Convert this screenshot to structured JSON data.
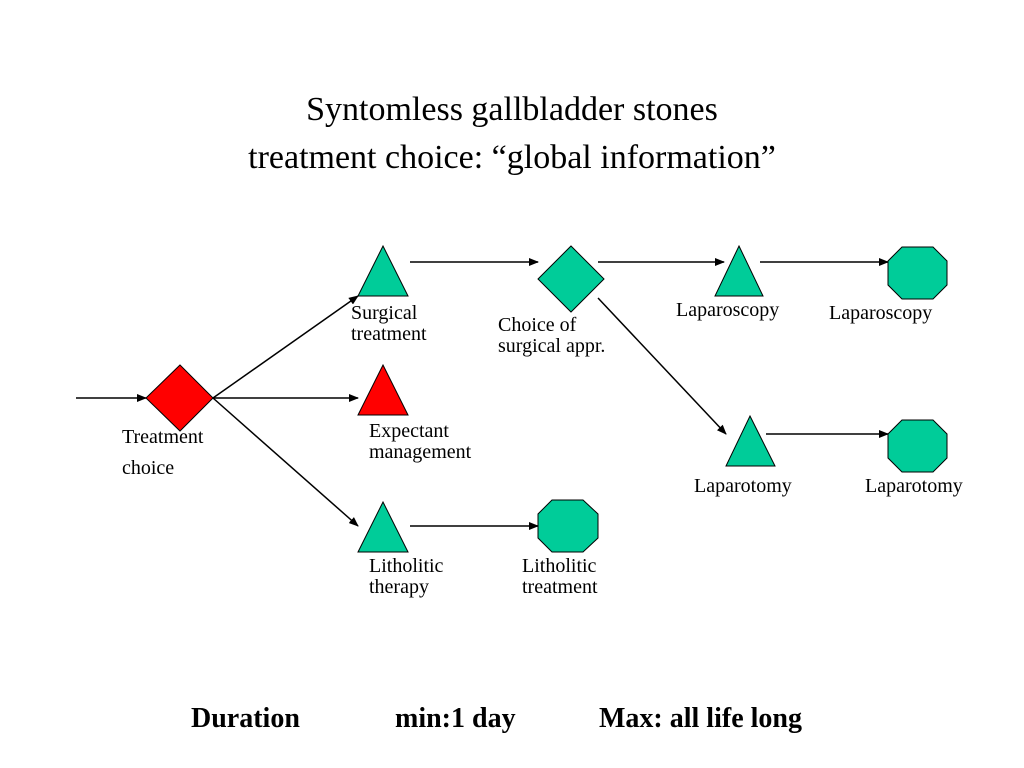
{
  "title": {
    "line1": "Syntomless gallbladder stones",
    "line2": "treatment choice: “global information”"
  },
  "colors": {
    "chance_node": "#00cc99",
    "decision_root": "#ff0000",
    "expectant_node": "#ff0000",
    "terminal_node": "#00cc99",
    "stroke": "#000000"
  },
  "nodes": {
    "treatment_choice": {
      "shape": "diamond",
      "line1": "Treatment",
      "line2": "choice"
    },
    "surgical_treatment": {
      "shape": "triangle",
      "line1": "Surgical",
      "line2": "treatment"
    },
    "expectant_management": {
      "shape": "triangle",
      "line1": "Expectant",
      "line2": "management"
    },
    "litholitic_therapy": {
      "shape": "triangle",
      "line1": "Litholitic",
      "line2": "therapy"
    },
    "litholitic_treatment": {
      "shape": "octagon",
      "line1": "Litholitic",
      "line2": "treatment"
    },
    "choice_of_surgical_appr": {
      "shape": "diamond",
      "line1": "Choice of",
      "line2": "surgical appr."
    },
    "laparoscopy_branch": {
      "shape": "triangle",
      "label": "Laparoscopy"
    },
    "laparoscopy_outcome": {
      "shape": "octagon",
      "label": "Laparoscopy"
    },
    "laparotomy_branch": {
      "shape": "triangle",
      "label": "Laparotomy"
    },
    "laparotomy_outcome": {
      "shape": "octagon",
      "label": "Laparotomy"
    }
  },
  "footer": {
    "duration": "Duration",
    "min": "min:1 day",
    "max": "Max: all life long"
  }
}
